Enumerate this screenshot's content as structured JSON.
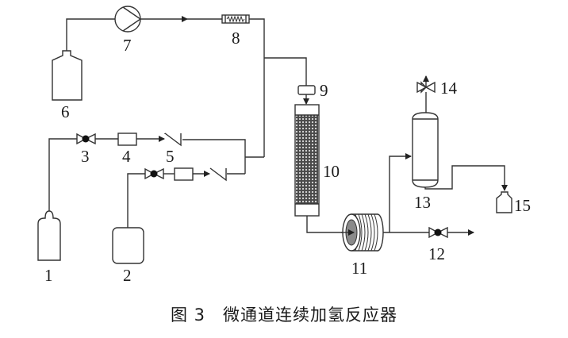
{
  "figure": {
    "caption_number": "图 3",
    "caption_title": "微通道连续加氢反应器",
    "colors": {
      "line": "#333333",
      "packing": "#555555",
      "coil_core": "#888888",
      "background": "#ffffff"
    }
  },
  "components": [
    {
      "id": "1",
      "label": "1",
      "type": "gas-cylinder"
    },
    {
      "id": "2",
      "label": "2",
      "type": "gas-tank"
    },
    {
      "id": "3",
      "label": "3",
      "type": "shutoff-valve"
    },
    {
      "id": "4",
      "label": "4",
      "type": "flow-controller"
    },
    {
      "id": "5",
      "label": "5",
      "type": "check-valve"
    },
    {
      "id": "6",
      "label": "6",
      "type": "liquid-reservoir"
    },
    {
      "id": "7",
      "label": "7",
      "type": "pump"
    },
    {
      "id": "8",
      "label": "8",
      "type": "preheater"
    },
    {
      "id": "9",
      "label": "9",
      "type": "mixer"
    },
    {
      "id": "10",
      "label": "10",
      "type": "packed-bed-reactor"
    },
    {
      "id": "11",
      "label": "11",
      "type": "cooling-coil"
    },
    {
      "id": "12",
      "label": "12",
      "type": "back-pressure-valve"
    },
    {
      "id": "13",
      "label": "13",
      "type": "gas-liquid-separator"
    },
    {
      "id": "14",
      "label": "14",
      "type": "vent-valve"
    },
    {
      "id": "15",
      "label": "15",
      "type": "product-collector"
    }
  ]
}
